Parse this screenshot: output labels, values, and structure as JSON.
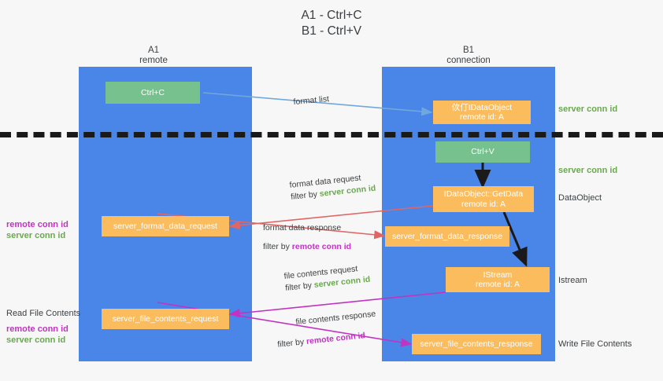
{
  "title": "A1 - Ctrl+C\nB1 - Ctrl+V",
  "colors": {
    "lane": "#4a86e8",
    "green_box": "#76c18e",
    "orange_box": "#fbbc5e",
    "server_conn_id": "#6aa84f",
    "remote_conn_id": "#c233c2",
    "arrow_blue": "#6fa8dc",
    "arrow_red": "#e06666",
    "arrow_magenta": "#c233c2",
    "arrow_black": "#1a1a1a",
    "text": "#3c4043",
    "background": "#f7f7f7"
  },
  "lanes": [
    {
      "name": "A1",
      "sub": "remote"
    },
    {
      "name": "B1",
      "sub": "connection"
    }
  ],
  "boxes": {
    "ctrl_c": {
      "line1": "Ctrl+C"
    },
    "ctrl_v": {
      "line1": "Ctrl+V"
    },
    "idataobject": {
      "line1": "佽仃IDataObject",
      "line2": "remote id: A"
    },
    "getdata": {
      "line1": "IDataObject::GetData",
      "line2": "remote id: A"
    },
    "istream": {
      "line1": "IStream",
      "line2": "remote id: A"
    },
    "format_data_request": {
      "line1": "server_format_data_request"
    },
    "format_data_response": {
      "line1": "server_format_data_response"
    },
    "file_contents_request": {
      "line1": "server_file_contents_request"
    },
    "file_contents_response": {
      "line1": "server_file_contents_response"
    }
  },
  "right_annotations": {
    "server_conn_id_top": "server conn id",
    "server_conn_id_mid": "server conn id",
    "dataobject": "DataObject",
    "istream": "Istream",
    "write_file_contents": "Write File Contents"
  },
  "left_annotations": {
    "remote_conn_id_1": "remote conn id",
    "server_conn_id_1": "server conn id",
    "read_file_contents": "Read File Contents",
    "remote_conn_id_2": "remote conn id",
    "server_conn_id_2": "server conn id"
  },
  "flows": {
    "format_list": "format list",
    "format_data_request": "format data request",
    "format_data_request_filter_prefix": "filter by ",
    "format_data_request_filter_value": "server conn id",
    "format_data_response": "format data response",
    "format_data_response_filter_prefix": "filter by ",
    "format_data_response_filter_value": "remote conn id",
    "file_contents_request": "file contents request",
    "file_contents_request_filter_prefix": "filter by ",
    "file_contents_request_filter_value": "server conn id",
    "file_contents_response": "file contents response",
    "file_contents_response_filter_prefix": "filter by ",
    "file_contents_response_filter_value": "remote conn id"
  }
}
